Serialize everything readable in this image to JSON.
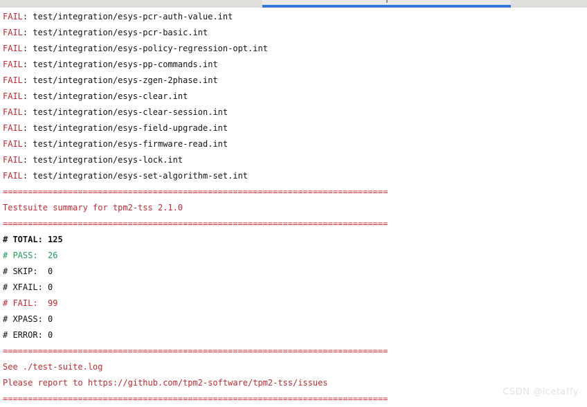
{
  "window": {
    "chrome": {
      "active_tab_accent": "#3478dc",
      "bar_color": "#e0dedb",
      "tab_color": "#eaeaea"
    },
    "gutter_color": "#17424a"
  },
  "colors": {
    "fail_red": "#c02a32",
    "pass_green": "#1f9b58",
    "text_black": "#111111",
    "background": "#ffffff"
  },
  "terminal": {
    "separator": "=============================================================================",
    "fail_label": "FAIL",
    "colon_space": ": ",
    "failed_tests": [
      "test/integration/esys-pcr-auth-value.int",
      "test/integration/esys-pcr-basic.int",
      "test/integration/esys-policy-regression-opt.int",
      "test/integration/esys-pp-commands.int",
      "test/integration/esys-zgen-2phase.int",
      "test/integration/esys-clear.int",
      "test/integration/esys-clear-session.int",
      "test/integration/esys-field-upgrade.int",
      "test/integration/esys-firmware-read.int",
      "test/integration/esys-lock.int",
      "test/integration/esys-set-algorithm-set.int"
    ],
    "summary_title": "Testsuite summary for tpm2-tss 2.1.0",
    "summary_rows": [
      {
        "label": "# TOTAL: ",
        "value": "125",
        "style": "total"
      },
      {
        "label": "# PASS:  ",
        "value": "26",
        "style": "pass"
      },
      {
        "label": "# SKIP:  ",
        "value": "0",
        "style": "plain"
      },
      {
        "label": "# XFAIL: ",
        "value": "0",
        "style": "plain"
      },
      {
        "label": "# FAIL:  ",
        "value": "99",
        "style": "fail"
      },
      {
        "label": "# XPASS: ",
        "value": "0",
        "style": "plain"
      },
      {
        "label": "# ERROR: ",
        "value": "0",
        "style": "plain"
      }
    ],
    "footer_lines": [
      "See ./test-suite.log",
      "Please report to https://github.com/tpm2-software/tpm2-tss/issues"
    ]
  },
  "watermark": {
    "text": "CSDN @icetaffy"
  }
}
